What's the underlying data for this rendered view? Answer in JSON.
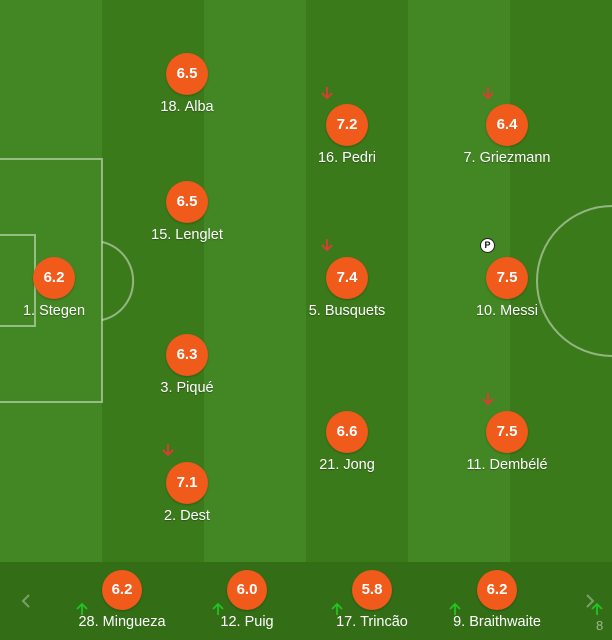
{
  "starters": [
    {
      "number": "18.",
      "name": "Alba",
      "rating": "6.5"
    },
    {
      "number": "16.",
      "name": "Pedri",
      "rating": "7.2"
    },
    {
      "number": "7.",
      "name": "Griezmann",
      "rating": "6.4"
    },
    {
      "number": "15.",
      "name": "Lenglet",
      "rating": "6.5"
    },
    {
      "number": "1.",
      "name": "Stegen",
      "rating": "6.2"
    },
    {
      "number": "5.",
      "name": "Busquets",
      "rating": "7.4"
    },
    {
      "number": "10.",
      "name": "Messi",
      "rating": "7.5"
    },
    {
      "number": "3.",
      "name": "Piqué",
      "rating": "6.3"
    },
    {
      "number": "21.",
      "name": "Jong",
      "rating": "6.6"
    },
    {
      "number": "11.",
      "name": "Dembélé",
      "rating": "7.5"
    },
    {
      "number": "2.",
      "name": "Dest",
      "rating": "7.1"
    }
  ],
  "penalty_badge": "P",
  "bench": [
    {
      "number": "28.",
      "name": "Mingueza",
      "rating": "6.2"
    },
    {
      "number": "12.",
      "name": "Puig",
      "rating": "6.0"
    },
    {
      "number": "17.",
      "name": "Trincão",
      "rating": "5.8"
    },
    {
      "number": "9.",
      "name": "Braithwaite",
      "rating": "6.2"
    }
  ],
  "bench_partial_label": "8",
  "colors": {
    "rating_badge": "#f05a1b",
    "sub_out_arrow": "#e53935",
    "sub_in_arrow": "#22c322",
    "pitch": "#3f801f"
  },
  "icons": {
    "sub_out": "arrow-down-icon",
    "sub_in": "arrow-up-icon",
    "prev": "chevron-left-icon",
    "next": "chevron-right-icon"
  }
}
